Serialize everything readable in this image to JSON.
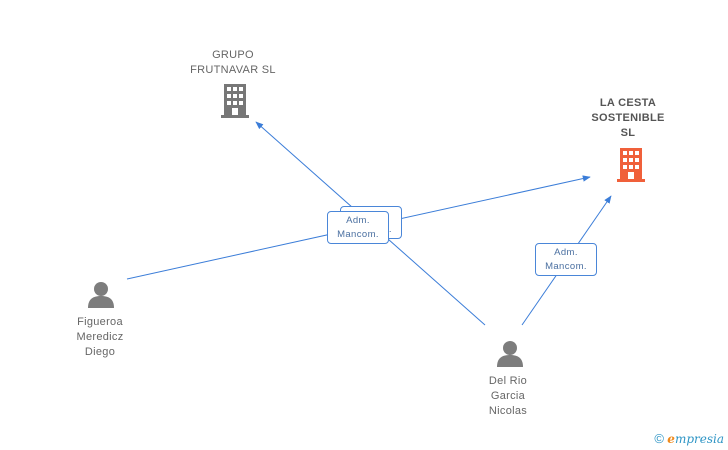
{
  "nodes": {
    "grupo": {
      "lines": [
        "GRUPO",
        "FRUTNAVAR SL"
      ],
      "type": "company",
      "color": "#777777"
    },
    "cesta": {
      "lines": [
        "LA CESTA",
        "SOSTENIBLE",
        "SL"
      ],
      "type": "company",
      "color": "#f0603a"
    },
    "figueroa": {
      "lines": [
        "Figueroa",
        "Meredicz",
        "Diego"
      ],
      "type": "person",
      "color": "#7d7d7d"
    },
    "delrio": {
      "lines": [
        "Del Rio",
        "Garcia",
        "Nicolas"
      ],
      "type": "person",
      "color": "#7d7d7d"
    }
  },
  "edges": {
    "label_a": [
      "Adm.",
      "Mancom."
    ],
    "label_b": [
      "Adm.",
      "Mancom."
    ],
    "color": "#3b7dd8"
  },
  "watermark": {
    "copyright": "©",
    "brand_first": "e",
    "brand_rest": "mpresia"
  }
}
